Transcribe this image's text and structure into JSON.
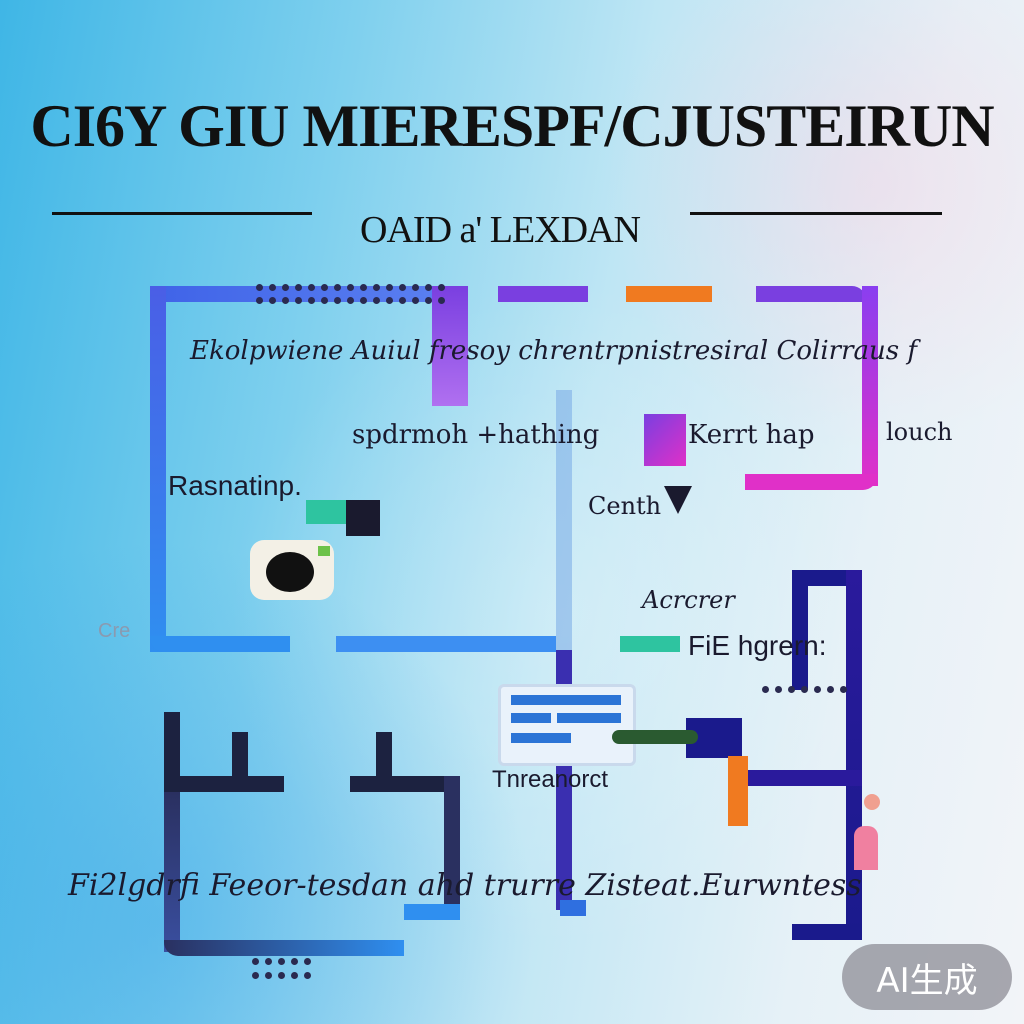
{
  "title": "CI6Y GIU MIERESPF/CJUSTEIRUN",
  "subtitle": "OAID a' LEXDAN",
  "labels": {
    "top_row": "Ekolpwiene Auiul fresoy chrentrpnistresiral Colirraus f",
    "middle_left": "spdrmoh +hathing",
    "middle_right": "Kerrt hap",
    "far_right": "louch",
    "left": "Rasnatinp.",
    "center": "Centh",
    "right_upper": "Acrcrer",
    "right_lower": "FiE hgrern:",
    "bottom_center": "Tnreanorct",
    "footer": "Fi2lgdrfi Feeor-tesdan ahd trurre Zisteat.Eurwntess",
    "ghost_left": "Cre"
  },
  "badge": "AI生成",
  "colors": {
    "blue": "#2f6fe0",
    "deep_blue": "#1a1a8c",
    "violet": "#7a3fe0",
    "magenta": "#e030c8",
    "orange": "#f07a20",
    "teal": "#2ec4a0",
    "navy": "#1c2240"
  },
  "icons": [
    "window-icon",
    "camera-icon",
    "person-icon"
  ]
}
